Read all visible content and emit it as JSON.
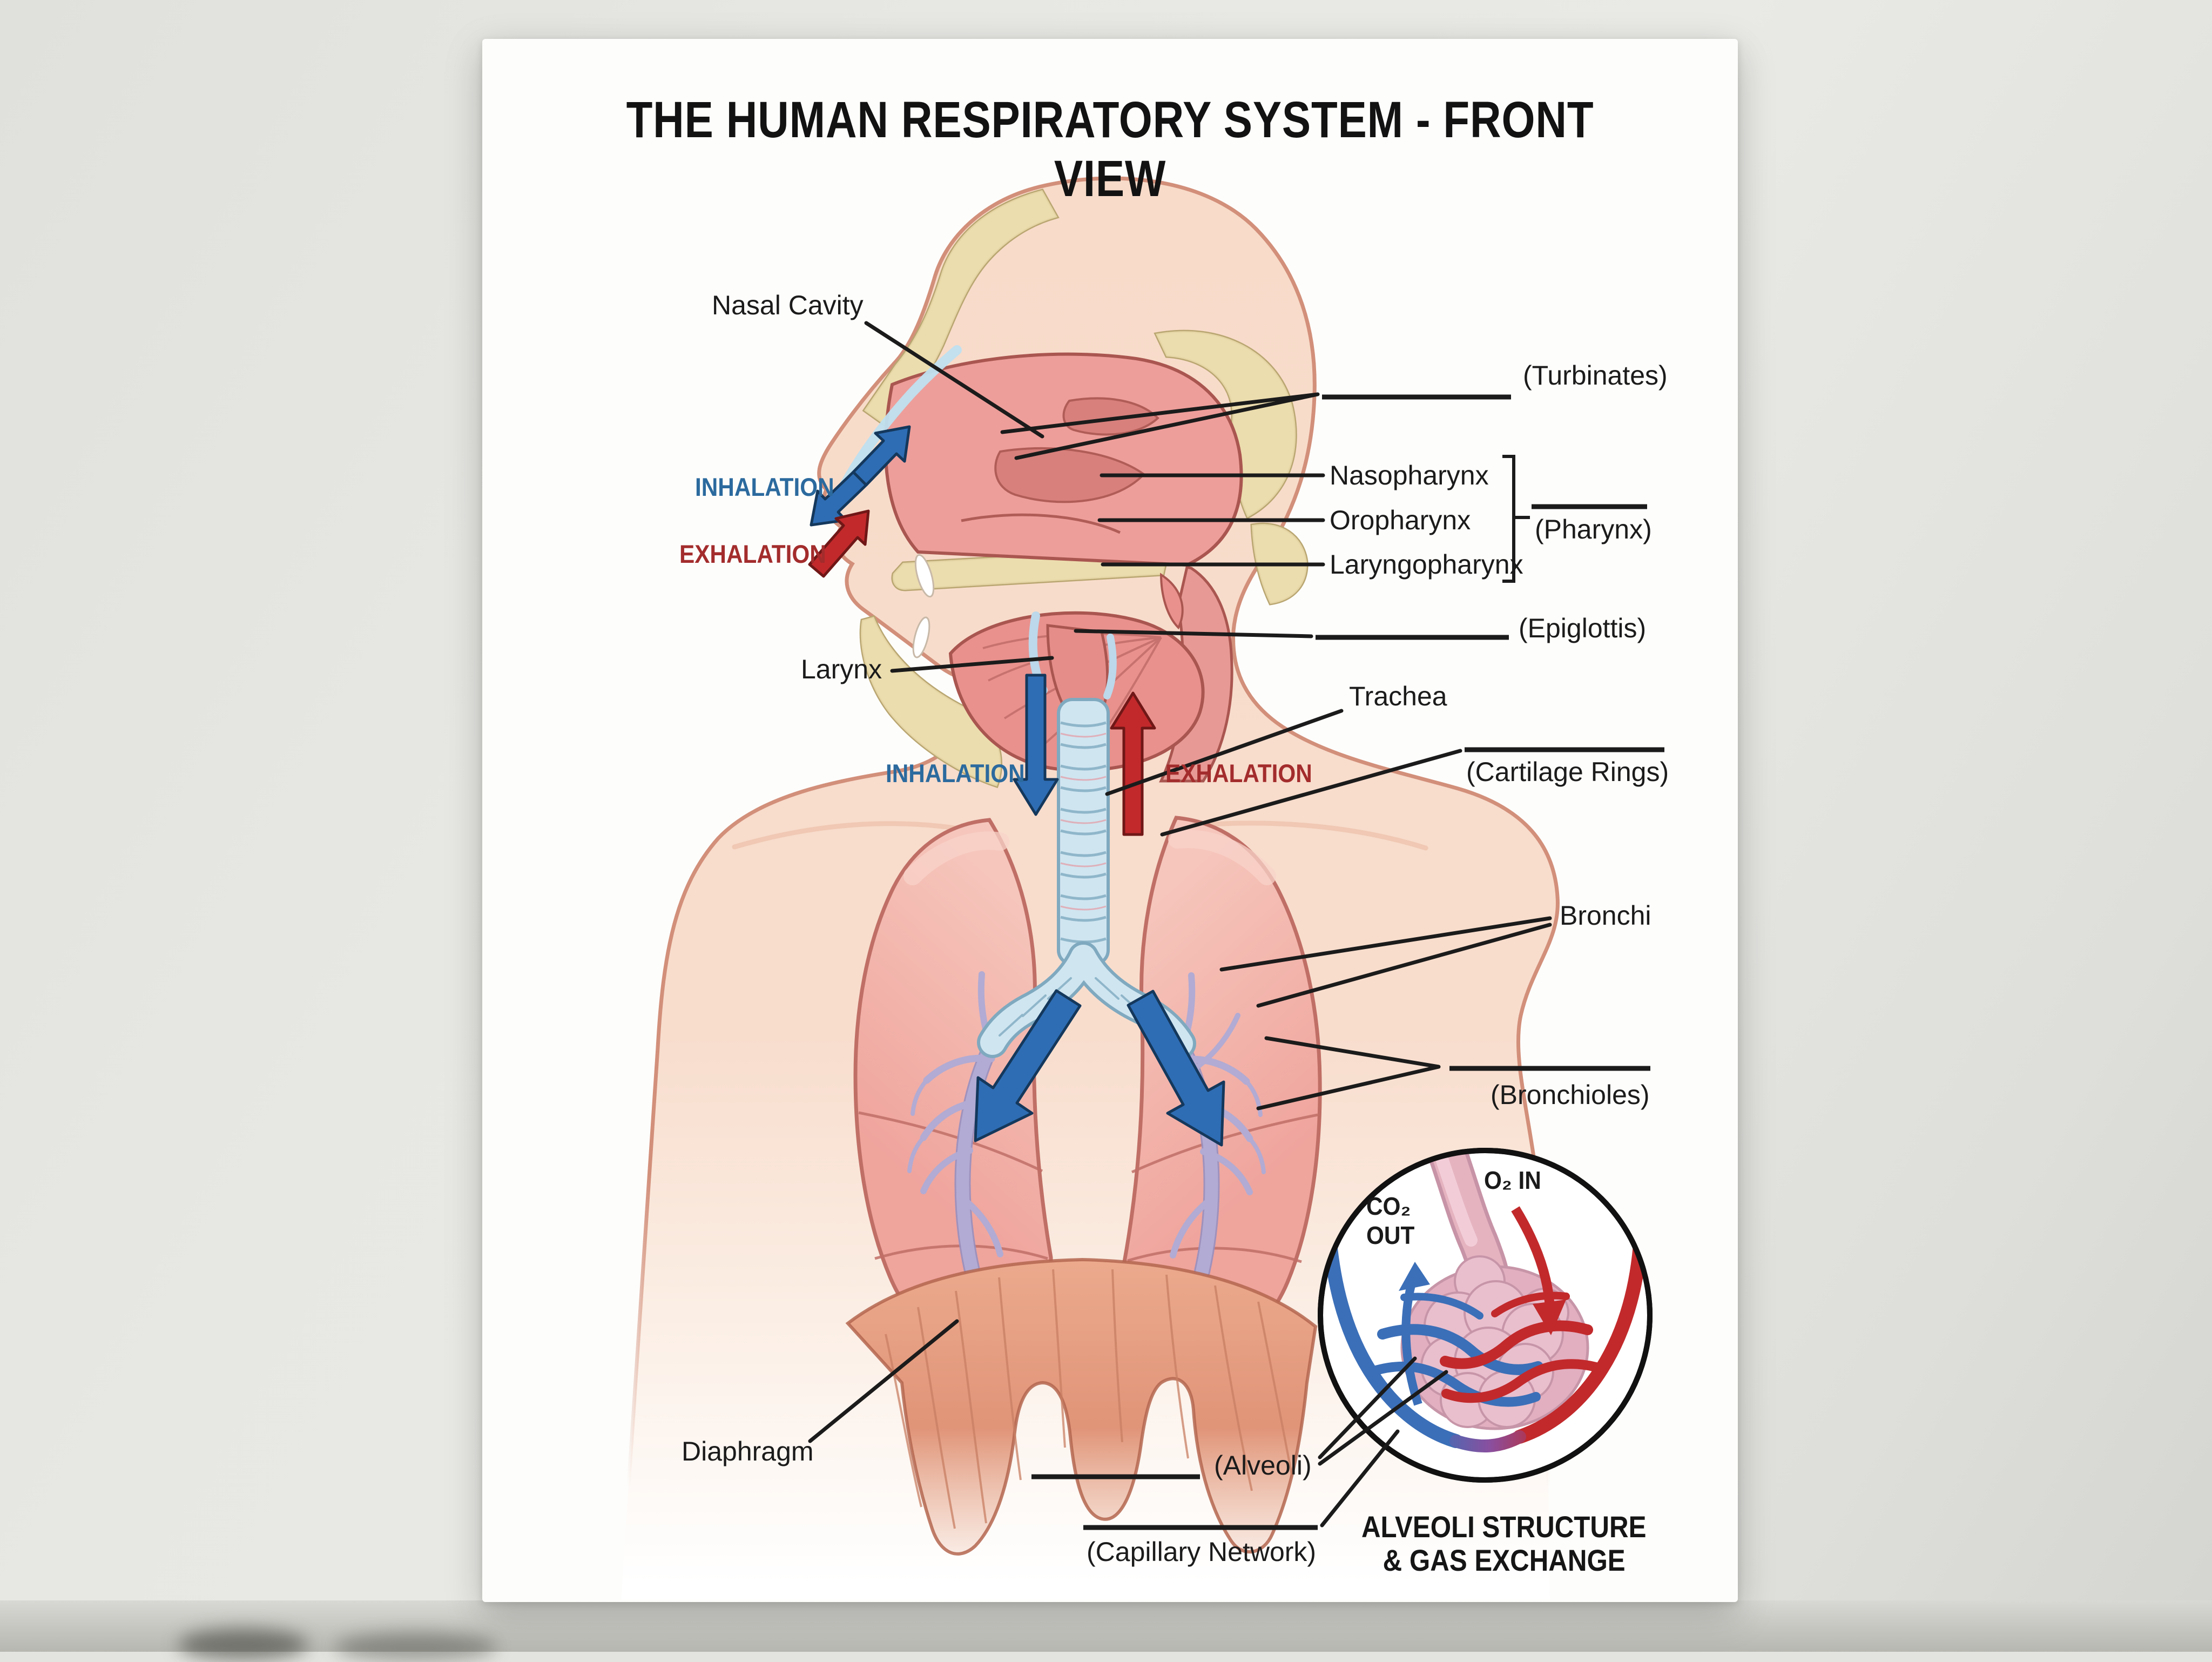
{
  "poster": {
    "title": "THE HUMAN RESPIRATORY SYSTEM - FRONT VIEW",
    "labels": {
      "nasal_cavity": "Nasal Cavity",
      "turbinates": "(Turbinates)",
      "nasopharynx": "Nasopharynx",
      "oropharynx": "Oropharynx",
      "laryngopharynx": "Laryngopharynx",
      "pharynx": "(Pharynx)",
      "epiglottis": "(Epiglottis)",
      "larynx": "Larynx",
      "trachea": "Trachea",
      "cartilage_rings": "(Cartilage Rings)",
      "bronchi": "Bronchi",
      "bronchioles": "(Bronchioles)",
      "diaphragm": "Diaphragm",
      "alveoli": "(Alveoli)",
      "capillary_network": "(Capillary Network)"
    },
    "flow_labels": {
      "inhalation_head": "INHALATION",
      "exhalation_head": "EXHALATION",
      "inhalation_chest": "INHALATION",
      "exhalation_chest": "EXHALATION"
    },
    "inset": {
      "co2_line1": "CO₂",
      "co2_line2": "OUT",
      "o2_in": "O₂ IN",
      "caption_line1": "ALVEOLI STRUCTURE",
      "caption_line2": "& GAS EXCHANGE"
    },
    "colors": {
      "inhalation_blue": "#2b6a9e",
      "exhalation_red": "#a32c2c",
      "label_black": "#1b1b1b",
      "arrow_blue": "#2e6db4",
      "arrow_red": "#c2292b",
      "skin": "#f8dcca",
      "lung_pink": "#efa59d",
      "trachea_blue": "#cfe5f0",
      "bronchial_lavender": "#b2abd3",
      "diaphragm_salmon": "#e59d80",
      "bone_beige": "#ecddae"
    }
  }
}
